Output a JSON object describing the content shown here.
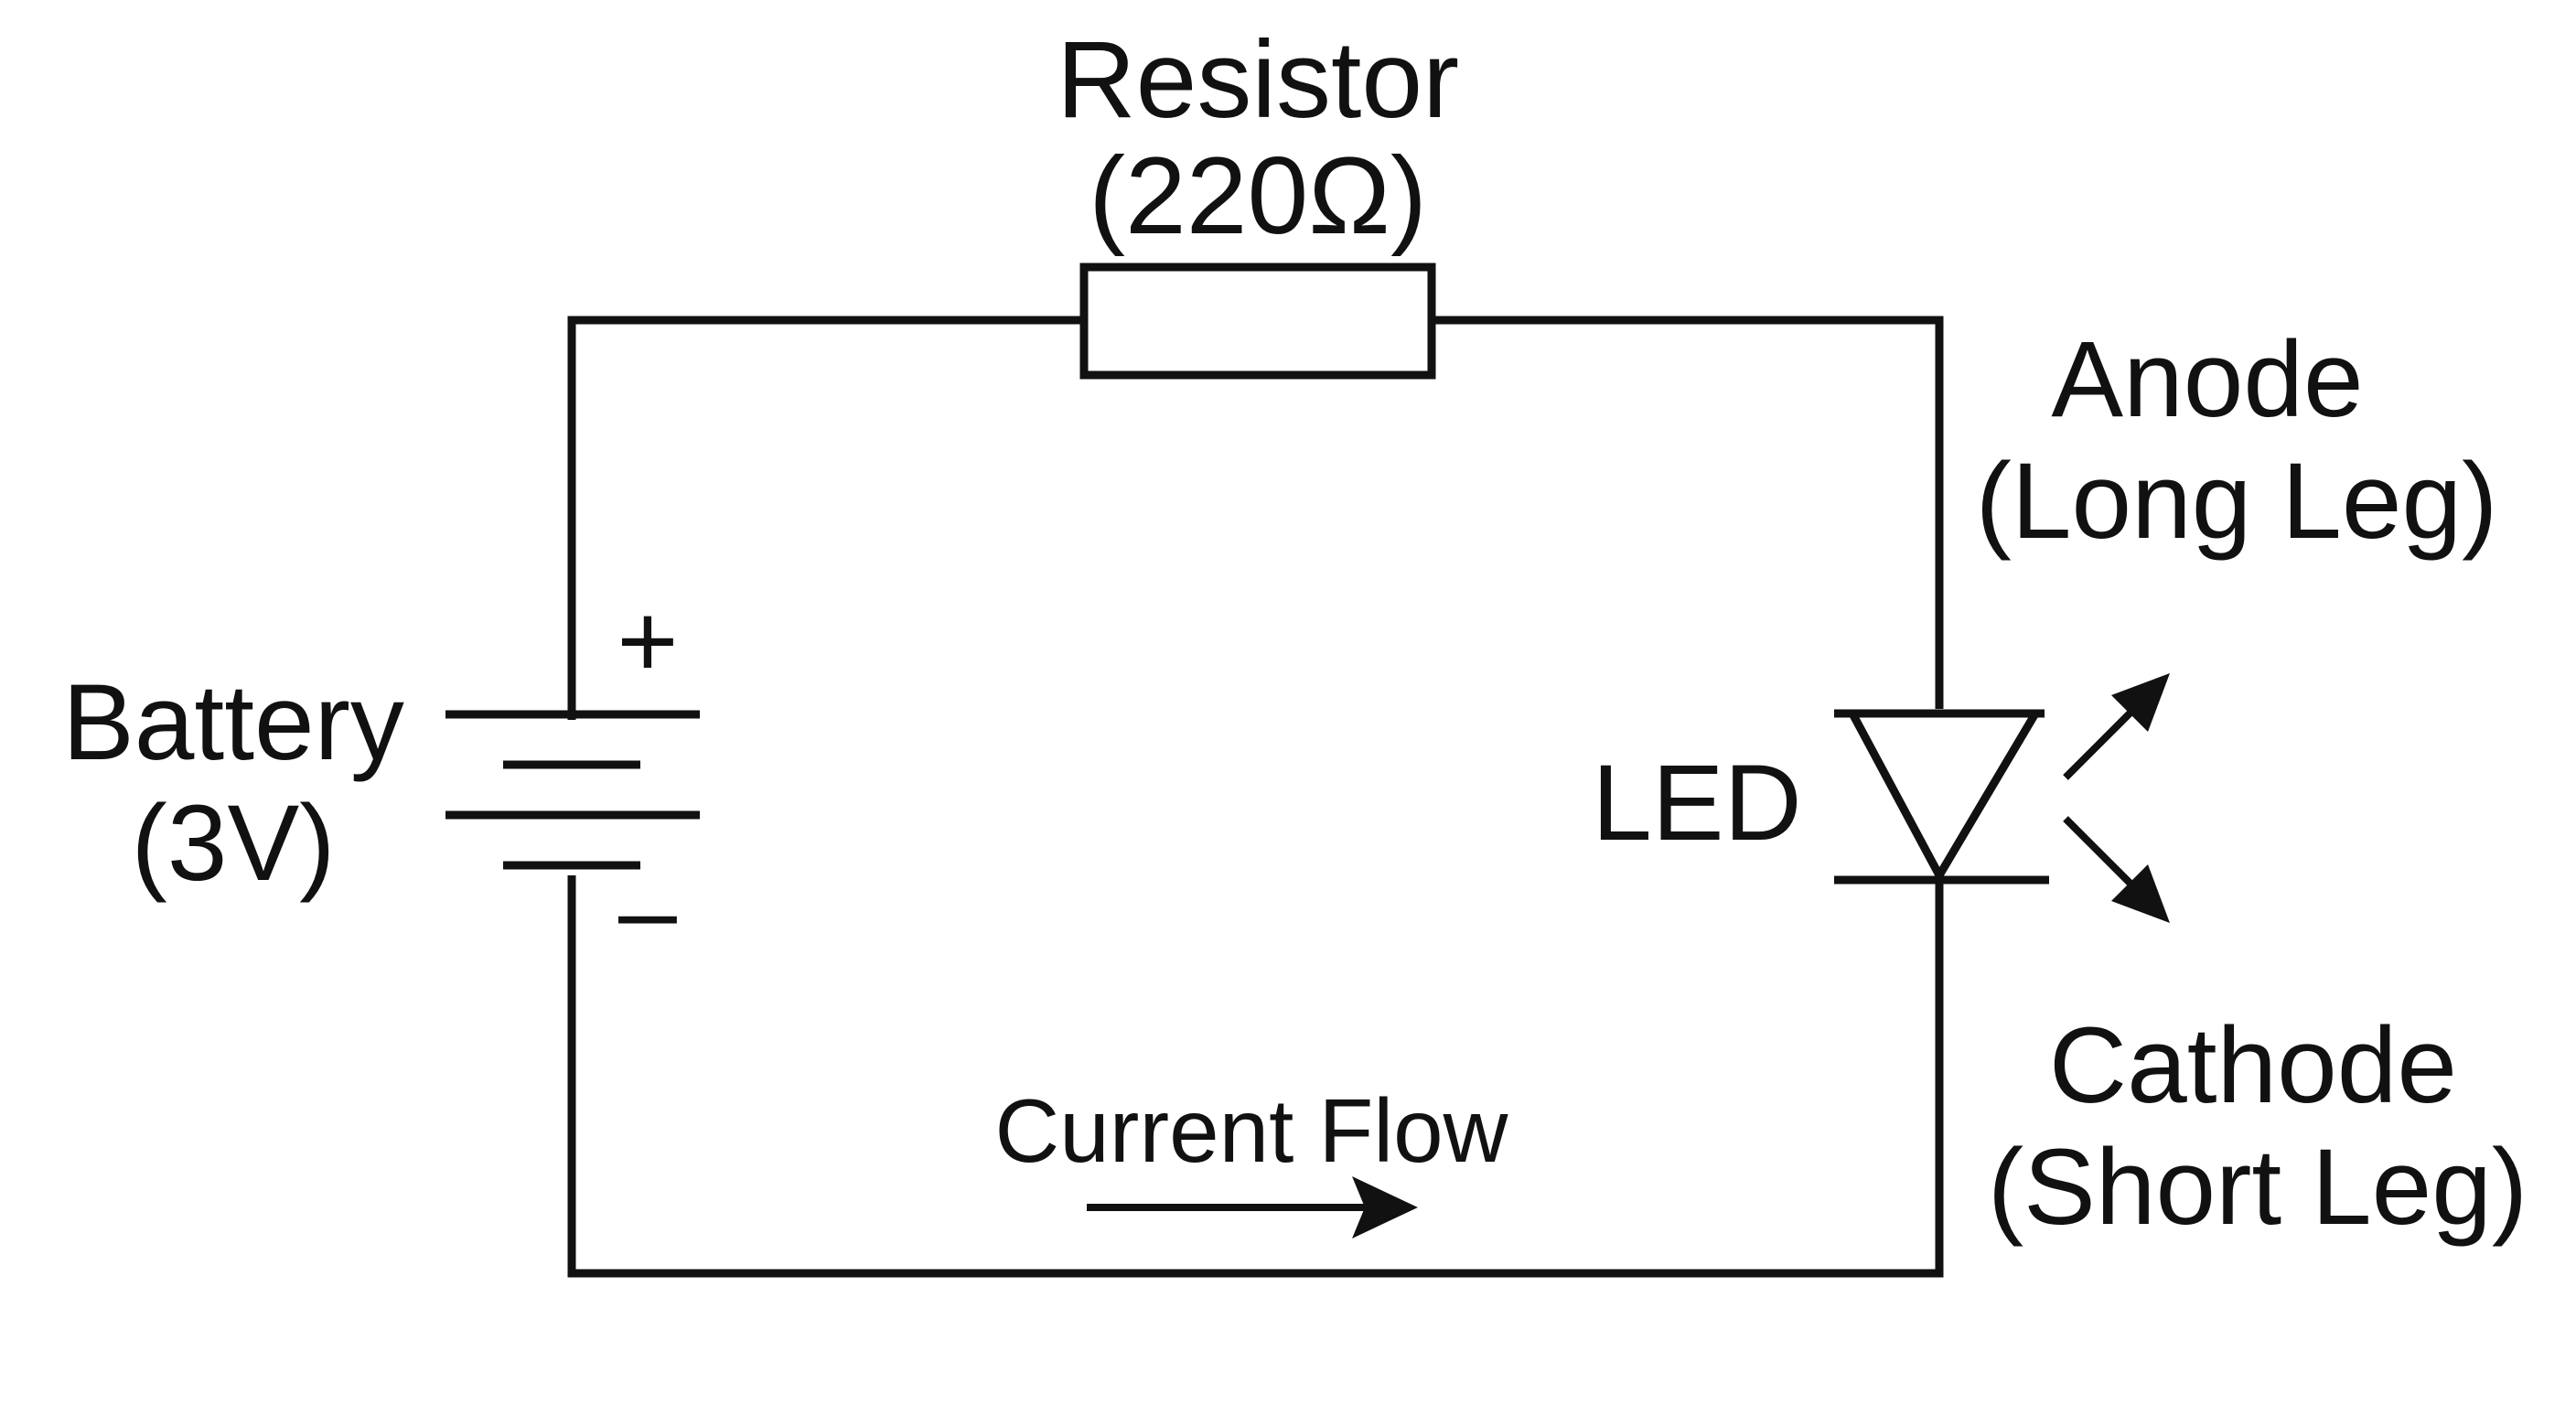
{
  "resistor": {
    "name": "Resistor",
    "value": "(220Ω)"
  },
  "battery": {
    "name": "Battery",
    "value": "(3V)",
    "positive": "+",
    "negative": "–"
  },
  "led": {
    "name": "LED",
    "anode": "Anode",
    "anode_note": "(Long Leg)",
    "cathode": "Cathode",
    "cathode_note": "(Short Leg)"
  },
  "current": {
    "label": "Current Flow"
  },
  "colors": {
    "stroke": "#111111",
    "background": "#ffffff"
  }
}
